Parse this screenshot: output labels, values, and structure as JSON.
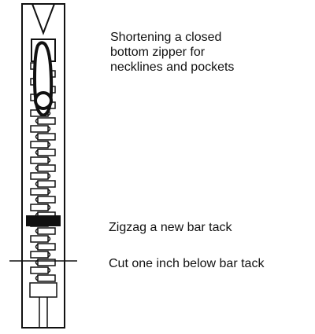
{
  "title_lines": [
    "Shortening a closed",
    "bottom zipper for",
    "necklines and pockets"
  ],
  "annotations": {
    "bar_tack": "Zigzag a new bar tack",
    "cut": "Cut one inch below bar tack"
  },
  "colors": {
    "ink": "#111111",
    "paper": "#ffffff"
  }
}
